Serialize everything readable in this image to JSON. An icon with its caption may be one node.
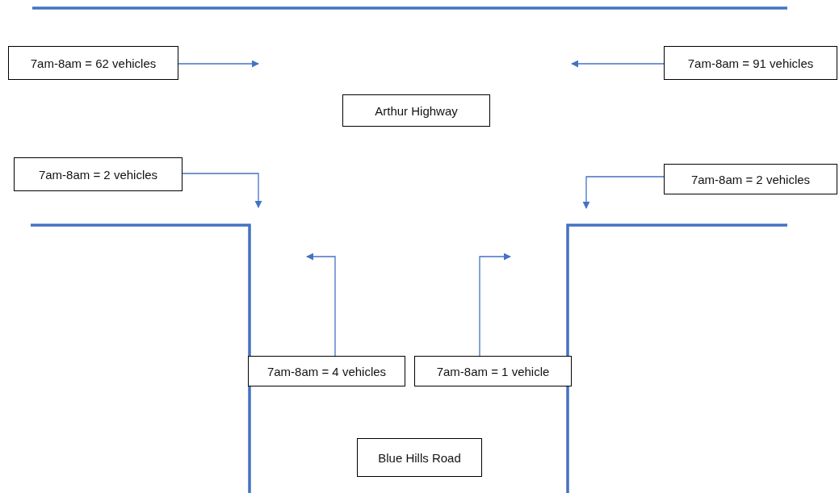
{
  "diagram": {
    "nodes": [
      {
        "text": [
          "7am-8am = 62 vehicles"
        ]
      },
      {
        "text": [
          "7am-8am = 91 vehicles"
        ]
      },
      {
        "text": [
          "Arthur Highway"
        ]
      },
      {
        "text": [
          "7am-8am = 2 vehicles"
        ]
      },
      {
        "text": [
          "7am-8am = 2 vehicles"
        ]
      },
      {
        "text": [
          "7am-8am = 4 vehicles"
        ]
      },
      {
        "text": [
          "7am-8am = 1 vehicle"
        ]
      },
      {
        "text": [
          "Blue Hills Road"
        ]
      }
    ],
    "edges": [
      {
        "from": 0,
        "to": null,
        "arrow": "to"
      },
      {
        "from": 1,
        "to": null,
        "arrow": "to"
      },
      {
        "from": 3,
        "to": null,
        "arrow": "to"
      },
      {
        "from": 4,
        "to": null,
        "arrow": "to"
      },
      {
        "from": 5,
        "to": null,
        "arrow": "to"
      },
      {
        "from": 6,
        "to": null,
        "arrow": "to"
      }
    ]
  }
}
